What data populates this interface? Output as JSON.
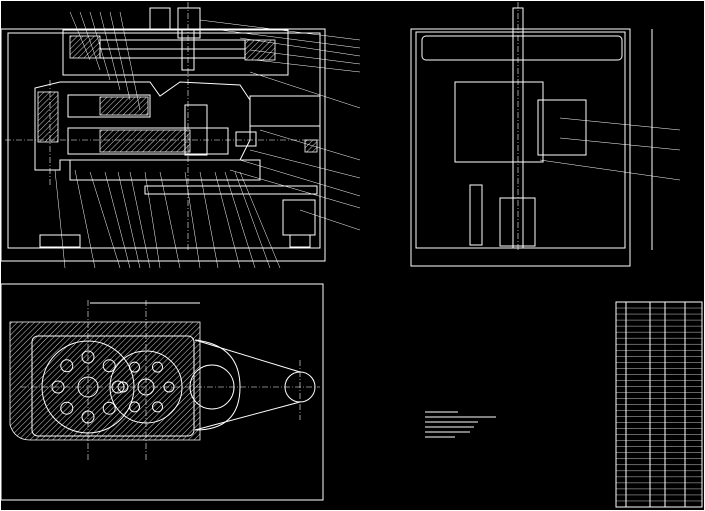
{
  "drawing": {
    "colors": {
      "background": "#000000",
      "lines": "#ffffff"
    },
    "views": [
      "front-section-view",
      "side-view",
      "top-view"
    ],
    "title_block": {
      "visible": true,
      "rows": 34
    },
    "notes": {
      "line_count": 6
    }
  }
}
